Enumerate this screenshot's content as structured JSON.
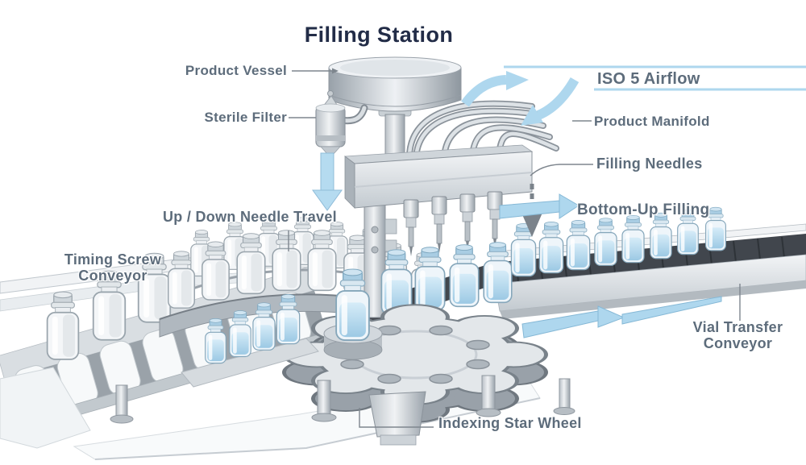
{
  "title": "Filling Station",
  "labels": {
    "product_vessel": "Product Vessel",
    "sterile_filter": "Sterile Filter",
    "iso_airflow": "ISO 5 Airflow",
    "product_manifold": "Product Manifold",
    "filling_needles": "Filling Needles",
    "up_down_needle_travel": "Up / Down Needle Travel",
    "bottom_up_filling": "Bottom-Up Filling",
    "timing_screw_conveyor": "Timing Screw\nConveyor",
    "vial_transfer_conveyor": "Vial Transfer\nConveyor",
    "indexing_star_wheel": "Indexing Star Wheel"
  },
  "colors": {
    "accent_arrow_blue": "#aed7ee",
    "label_text": "#5d6c7b",
    "title_text": "#222c47",
    "steel_light": "#e8ecef",
    "steel_dark": "#7e868e",
    "belt_dark": "#41464d",
    "vial_liquid_blue": "#a9d0e8"
  }
}
